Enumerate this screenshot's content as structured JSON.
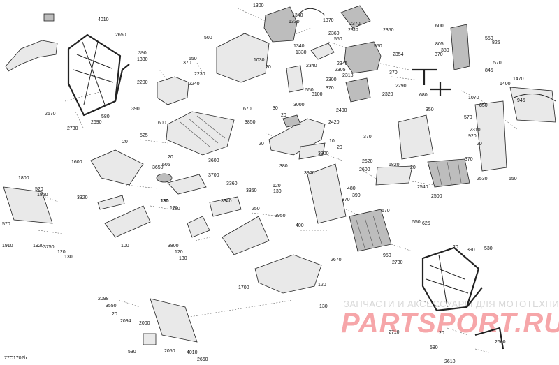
{
  "diagram_code": "77C1702b",
  "watermark": {
    "line1": "ЗАПЧАСТИ И АКСЕССУАРЫ ДЛЯ МОТОТЕХНИКИ",
    "line2": "PARTSPORT.RU"
  },
  "labels": [
    "4010",
    "2650",
    "390",
    "1330",
    "2200",
    "2240",
    "550",
    "370",
    "2230",
    "500",
    "1300",
    "1340",
    "1330",
    "1370",
    "2350",
    "2360",
    "2370",
    "2312",
    "550",
    "2354",
    "2340",
    "1340",
    "1330",
    "2345",
    "2305",
    "550",
    "2318",
    "370",
    "2290",
    "2320",
    "600",
    "550",
    "825",
    "805",
    "380",
    "370",
    "570",
    "845",
    "680",
    "1470",
    "1400",
    "1030",
    "20",
    "2300",
    "370",
    "550",
    "3100",
    "2400",
    "3000",
    "30",
    "20",
    "3850",
    "2420",
    "10",
    "20",
    "670",
    "600",
    "525",
    "20",
    "1070",
    "850",
    "945",
    "570",
    "2310",
    "920",
    "20",
    "370",
    "350",
    "20",
    "2620",
    "1820",
    "2600",
    "2540",
    "2500",
    "2530",
    "370",
    "550",
    "2670",
    "2730",
    "580",
    "2690",
    "390",
    "130",
    "120",
    "3300",
    "380",
    "3900",
    "120",
    "130",
    "480",
    "390",
    "370",
    "3950",
    "400",
    "670",
    "550",
    "625",
    "20",
    "1600",
    "3650",
    "605",
    "20",
    "3600",
    "3700",
    "3360",
    "3340",
    "3350",
    "250",
    "1800",
    "520",
    "1850",
    "3320",
    "130",
    "120",
    "570",
    "1910",
    "1920",
    "3750",
    "120",
    "130",
    "100",
    "3800",
    "120",
    "130",
    "1700",
    "120",
    "130",
    "2098",
    "3550",
    "20",
    "2094",
    "2000",
    "530",
    "2050",
    "4010",
    "2660",
    "20",
    "390",
    "530",
    "950",
    "2730",
    "2670",
    "2710",
    "580",
    "2660",
    "20",
    "2610"
  ]
}
